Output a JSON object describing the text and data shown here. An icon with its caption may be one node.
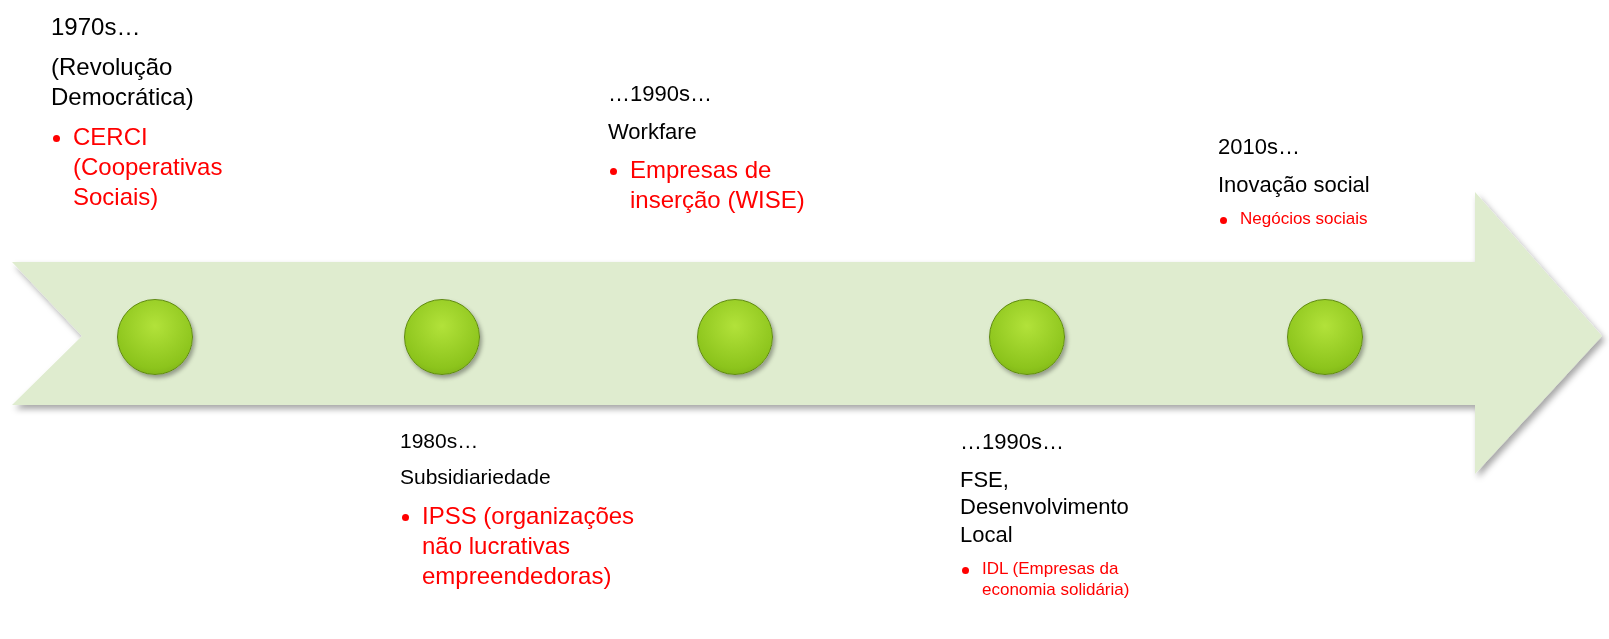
{
  "diagram": {
    "nodes": [
      {
        "text": [],
        "shape": "circle",
        "beside": [
          "1970s…",
          "(Revolução Democrática)",
          "CERCI (Cooperativas Sociais)"
        ]
      },
      {
        "text": [],
        "shape": "circle",
        "beside": [
          "1980s…",
          "Subsidiariedade",
          "IPSS (organizações não lucrativas empreendedoras)"
        ]
      },
      {
        "text": [],
        "shape": "circle",
        "beside": [
          "…1990s…",
          "Workfare",
          "Empresas de inserção (WISE)"
        ]
      },
      {
        "text": [],
        "shape": "circle",
        "beside": [
          "…1990s…",
          "FSE, Desenvolvimento Local",
          "IDL (Empresas da economia solidária)"
        ]
      },
      {
        "text": [],
        "shape": "circle",
        "beside": [
          "2010s…",
          "Inovação social",
          "Negócios sociais"
        ]
      }
    ]
  }
}
